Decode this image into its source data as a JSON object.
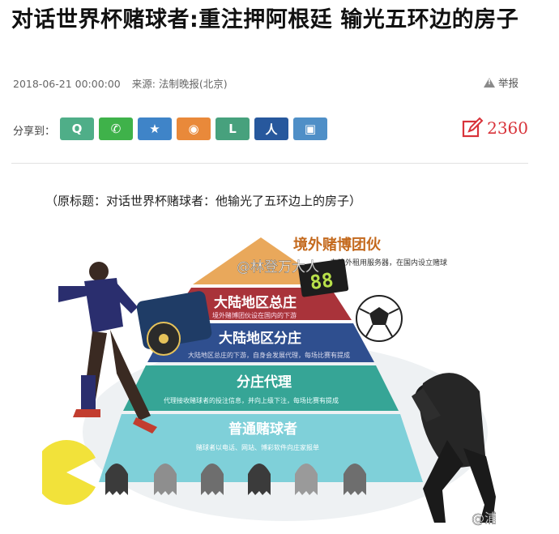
{
  "article": {
    "headline": "对话世界杯赌球者:重注押阿根廷 输光五环边的房子",
    "datetime": "2018-06-21 00:00:00",
    "source": "来源: 法制晚报(北京)",
    "report_label": "举报",
    "lede": "（原标题：对话世界杯赌球者：他输光了五环边上的房子）"
  },
  "share": {
    "label": "分享到：",
    "buttons": [
      {
        "name": "qq",
        "color": "#4fae88",
        "glyph": "Q"
      },
      {
        "name": "wechat",
        "color": "#3fb24a",
        "glyph": "✆"
      },
      {
        "name": "qzone",
        "color": "#3f84c8",
        "glyph": "★"
      },
      {
        "name": "weibo",
        "color": "#e9893a",
        "glyph": "◉"
      },
      {
        "name": "lofter",
        "color": "#47a17d",
        "glyph": "L"
      },
      {
        "name": "renren",
        "color": "#27589d",
        "glyph": "人"
      },
      {
        "name": "douban",
        "color": "#4f8fc7",
        "glyph": "▣"
      }
    ]
  },
  "comments": {
    "count": "2360",
    "color": "#d8333a"
  },
  "infographic": {
    "top_tier": "境外赌博团伙",
    "top_desc": "在境外租用服务器，在国内设立赌球",
    "tiers": [
      {
        "title": "大陆地区总庄",
        "desc": "境外赌博团伙设在国内的下游",
        "color": "#a9333a"
      },
      {
        "title": "大陆地区分庄",
        "desc": "大陆地区总庄的下游，自身会发展代理，每场比赛有提成",
        "color": "#2f4f8f"
      },
      {
        "title": "分庄代理",
        "desc": "代理接收赌球者的投注信息，并向上级下注，每场比赛有提成",
        "color": "#2f9a8c"
      },
      {
        "title": "普通赌球者",
        "desc": "赌球者以电话、网站、博彩软件向庄家报单",
        "color": "#4fb9c6"
      }
    ],
    "scoreboard": "88",
    "watermark1": "@林登万大人",
    "watermark2": "@浦东理财男"
  }
}
